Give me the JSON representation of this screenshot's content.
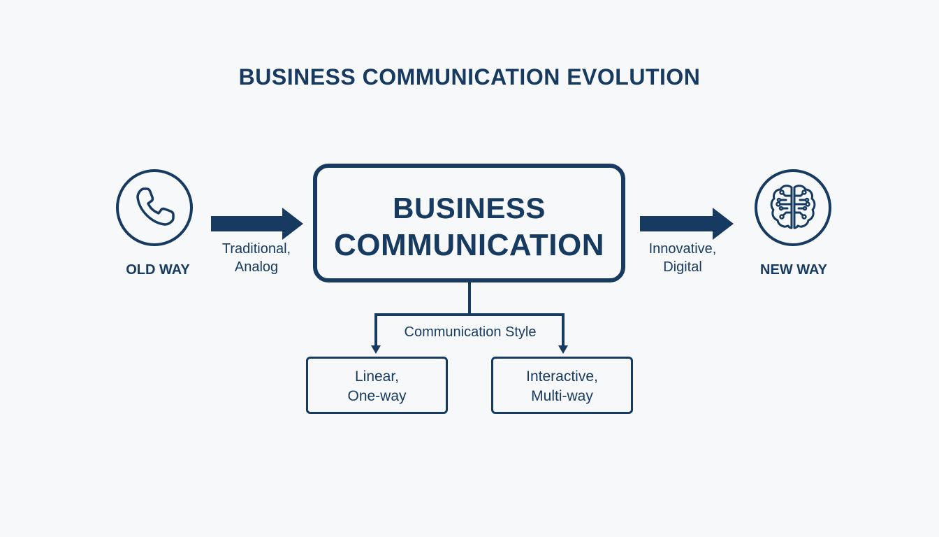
{
  "title": "BUSINESS COMMUNICATION EVOLUTION",
  "colors": {
    "primary": "#173a60",
    "background": "#f7f8fa"
  },
  "left": {
    "icon": "phone-icon",
    "label": "OLD WAY",
    "arrow_label_line1": "Traditional,",
    "arrow_label_line2": "Analog"
  },
  "center": {
    "line1": "BUSINESS",
    "line2": "COMMUNICATION"
  },
  "right": {
    "icon": "brain-circuit-icon",
    "label": "NEW WAY",
    "arrow_label_line1": "Innovative,",
    "arrow_label_line2": "Digital"
  },
  "style_branch": {
    "label": "Communication Style",
    "left_box": {
      "line1": "Linear,",
      "line2": "One-way"
    },
    "right_box": {
      "line1": "Interactive,",
      "line2": "Multi-way"
    }
  }
}
